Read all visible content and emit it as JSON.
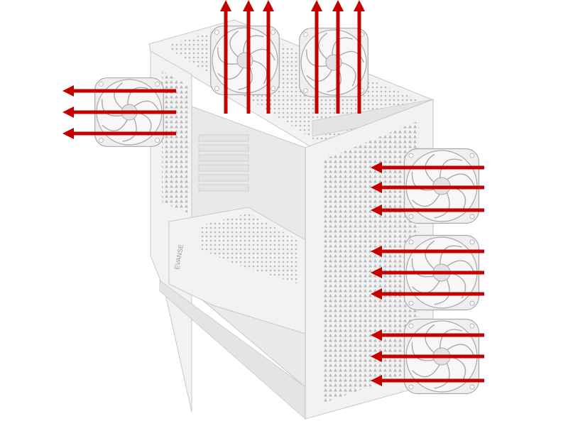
{
  "scene": {
    "subject": "pc-case-airflow",
    "case_color": "#f2f2f2",
    "case_shade": "#e4e4e4",
    "case_edge": "#c8c8c8",
    "interior_color": "#e9e9e9",
    "mesh_color": "#b9b9b9",
    "fan_frame_color": "#efefef",
    "fan_blade_color": "#e2e2e2",
    "fan_edge_color": "#a9a9a9",
    "arrow_color": "#c40000",
    "logo_text": "EVANSE",
    "flows": [
      {
        "id": "top-exhaust",
        "direction": "out",
        "fan_count": 2
      },
      {
        "id": "rear-exhaust",
        "direction": "out",
        "fan_count": 1
      },
      {
        "id": "front-intake",
        "direction": "in",
        "fan_count": 3
      }
    ]
  }
}
